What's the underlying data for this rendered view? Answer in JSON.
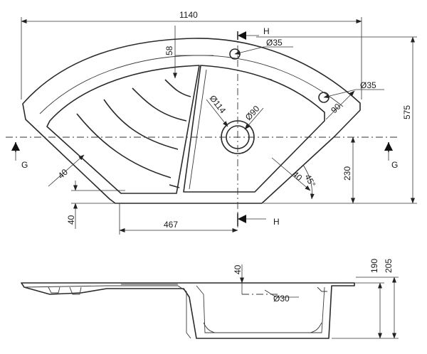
{
  "dimensions": {
    "width_total": "1140",
    "depth_total": "575",
    "rim_depth": "58",
    "hole_top": "Ø35",
    "hole_right": "Ø35",
    "rim_right": "90",
    "drain_outer": "Ø114",
    "drain_inner": "Ø90",
    "rim_left": "40",
    "rim_bevel": "40",
    "angle": "45°",
    "bowl_offset": "230",
    "bottom_rim": "40",
    "bowl_center": "467",
    "section_rim": "40",
    "overflow": "Ø30",
    "bowl_depth": "190",
    "total_height": "205"
  },
  "section_labels": {
    "h_top": "H",
    "h_bottom": "H",
    "g_left": "G",
    "g_right": "G"
  }
}
